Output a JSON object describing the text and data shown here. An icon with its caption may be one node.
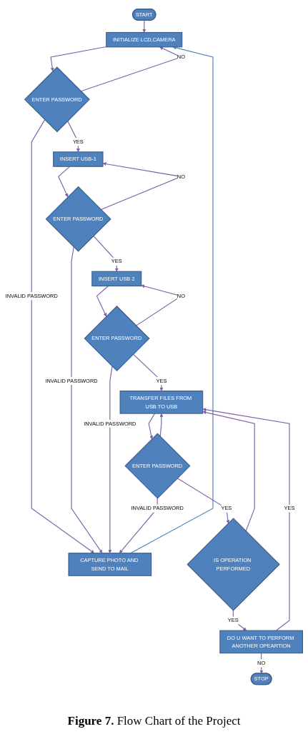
{
  "diagram": {
    "caption": "**Figure 7.** Flow Chart of the Project",
    "nodes": [
      {
        "text": [
          "START"
        ]
      },
      {
        "text": [
          "INITIALIZE LCD,CAMERA"
        ]
      },
      {
        "text": [
          "ENTER PASSWORD"
        ]
      },
      {
        "text": [
          "CAPTURE PHOTO AND SEND TO MAIL"
        ]
      },
      {
        "text": [
          "INSERT USB-1"
        ]
      },
      {
        "text": [
          "ENTER PASSWORD"
        ]
      },
      {
        "text": [
          "INSERT USB 2"
        ]
      },
      {
        "text": [
          "ENTER PASSWORD"
        ]
      },
      {
        "text": [
          "TRANSFER FILES FROM USB TO USB"
        ]
      },
      {
        "text": [
          "ENTER PASSWORD"
        ]
      },
      {
        "text": [
          "IS OPERATION PERFORMED"
        ]
      },
      {
        "text": [
          "DO U WANT TO PERFORM ANOTHER OPEARTION"
        ]
      },
      {
        "text": [
          "STOP"
        ]
      }
    ],
    "edges": [
      {
        "from": 0,
        "to": 1,
        "arrow": "to"
      },
      {
        "from": 1,
        "to": 2,
        "arrow": "to"
      },
      {
        "from": 2,
        "to": 1,
        "arrow": "to",
        "label": "NO"
      },
      {
        "from": 2,
        "to": 3,
        "arrow": "to",
        "label": "INVALID PASSWORD"
      },
      {
        "from": 3,
        "to": 1,
        "arrow": "to",
        "color": "#4f81bd"
      },
      {
        "from": 2,
        "to": 4,
        "arrow": "to",
        "label": "YES"
      },
      {
        "from": 4,
        "to": 5,
        "arrow": "to"
      },
      {
        "from": 5,
        "to": 4,
        "arrow": "to",
        "label": "NO"
      },
      {
        "from": 5,
        "to": 3,
        "arrow": "to",
        "label": "INVALID PASSWORD"
      },
      {
        "from": 5,
        "to": 6,
        "arrow": "to",
        "label": "YES"
      },
      {
        "from": 6,
        "to": 7,
        "arrow": "to"
      },
      {
        "from": 7,
        "to": 6,
        "arrow": "to",
        "label": "NO"
      },
      {
        "from": 7,
        "to": 3,
        "arrow": "to",
        "label": "INVALID PASSWORD"
      },
      {
        "from": 7,
        "to": 8,
        "arrow": "to",
        "label": "YES"
      },
      {
        "from": 8,
        "to": 9,
        "arrow": "to"
      },
      {
        "from": 9,
        "to": 3,
        "arrow": "to",
        "label": "INVALID PASSWORD"
      },
      {
        "from": 9,
        "to": 8,
        "arrow": "to"
      },
      {
        "from": 9,
        "to": 10,
        "arrow": "to",
        "label": "YES"
      },
      {
        "from": 10,
        "to": 8,
        "arrow": "to"
      },
      {
        "from": 10,
        "to": 11,
        "arrow": "to",
        "label": "YES"
      },
      {
        "from": 11,
        "to": 8,
        "arrow": "to",
        "label": "YES"
      },
      {
        "from": 11,
        "to": 12,
        "arrow": "to",
        "label": "NO"
      }
    ]
  }
}
